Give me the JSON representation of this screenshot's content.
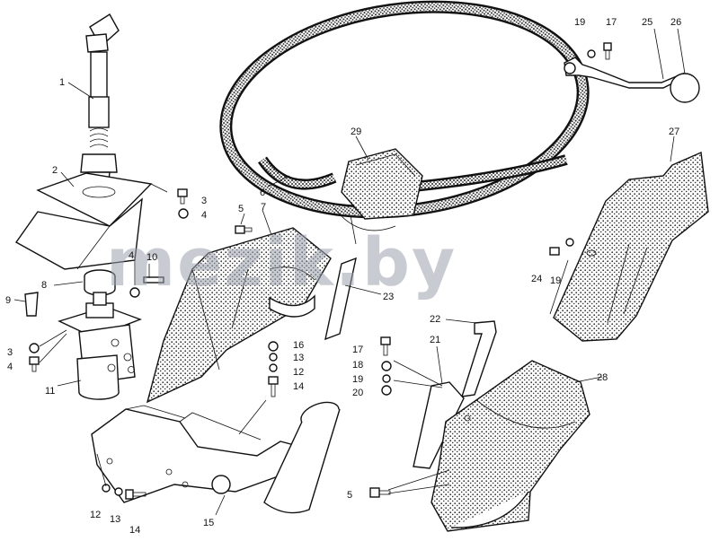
{
  "watermark": "mezik.by",
  "callouts": {
    "c1": "1",
    "c2": "2",
    "c3a": "3",
    "c4a": "4",
    "c5a": "5",
    "c6": "6",
    "c7": "7",
    "c8": "8",
    "c4b": "4",
    "c10": "10",
    "c9": "9",
    "c3b": "3",
    "c4c": "4",
    "c11": "11",
    "c16": "16",
    "c13a": "13",
    "c12a": "12",
    "c14a": "14",
    "c12b": "12",
    "c13b": "13",
    "c14b": "14",
    "c15": "15",
    "c29": "29",
    "c23": "23",
    "c22": "22",
    "c21": "21",
    "c17a": "17",
    "c18": "18",
    "c19a": "19",
    "c20": "20",
    "c5b": "5",
    "c28": "28",
    "c19b": "19",
    "c17b": "17",
    "c25": "25",
    "c26": "26",
    "c27": "27",
    "c24": "24",
    "c19c": "19"
  },
  "colors": {
    "ink": "#111111",
    "stipple": "#3a3a3a",
    "watermark": "#9aa3ad"
  }
}
